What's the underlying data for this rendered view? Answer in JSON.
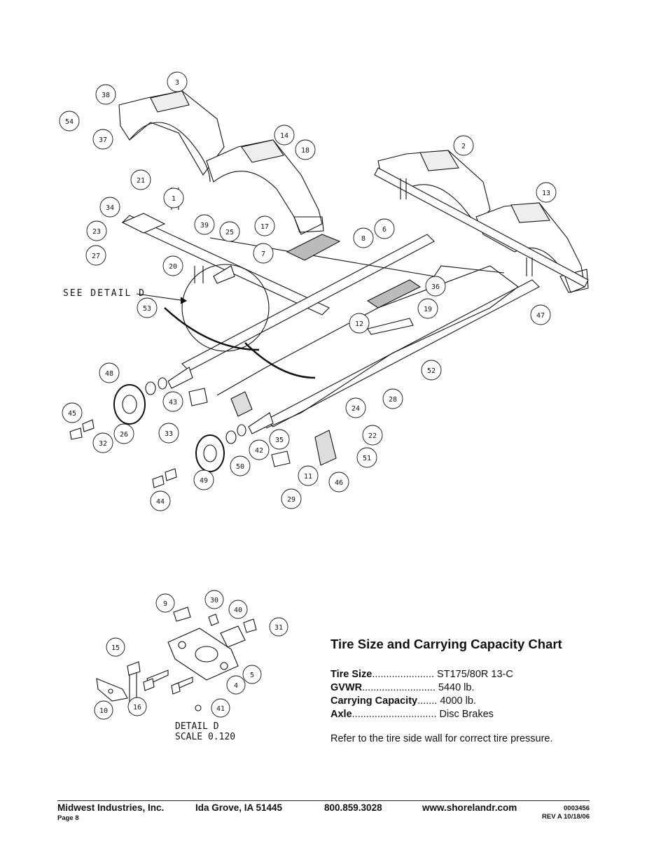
{
  "diagram": {
    "callouts": [
      "1",
      "2",
      "3",
      "6",
      "7",
      "8",
      "11",
      "12",
      "13",
      "14",
      "17",
      "18",
      "19",
      "20",
      "21",
      "22",
      "23",
      "24",
      "25",
      "26",
      "27",
      "28",
      "29",
      "32",
      "33",
      "34",
      "35",
      "36",
      "37",
      "38",
      "39",
      "42",
      "43",
      "44",
      "45",
      "46",
      "47",
      "48",
      "49",
      "50",
      "51",
      "52",
      "53",
      "54"
    ],
    "detail_ref": "SEE DETAIL D"
  },
  "detail": {
    "callouts": [
      "4",
      "5",
      "9",
      "10",
      "15",
      "16",
      "30",
      "31",
      "40",
      "41"
    ],
    "label": "DETAIL D",
    "scale": "SCALE 0.120"
  },
  "capacity": {
    "title": "Tire Size and Carrying Capacity Chart",
    "rows": [
      {
        "label": "Tire Size",
        "dots": "......................",
        "value": "ST175/80R 13-C"
      },
      {
        "label": "GVWR",
        "dots": "..........................",
        "value": "5440 lb."
      },
      {
        "label": "Carrying Capacity",
        "dots": ".......",
        "value": "4000 lb."
      },
      {
        "label": "Axle",
        "dots": "..............................",
        "value": "Disc Brakes"
      }
    ],
    "note": "Refer to the tire side wall for correct tire pressure."
  },
  "footer": {
    "company": "Midwest Industries, Inc.",
    "city": "Ida Grove, IA  51445",
    "phone": "800.859.3028",
    "web": "www.shorelandr.com",
    "page": "Page 8",
    "doc_no": "0003456",
    "rev": "REV A  10/18/06"
  }
}
